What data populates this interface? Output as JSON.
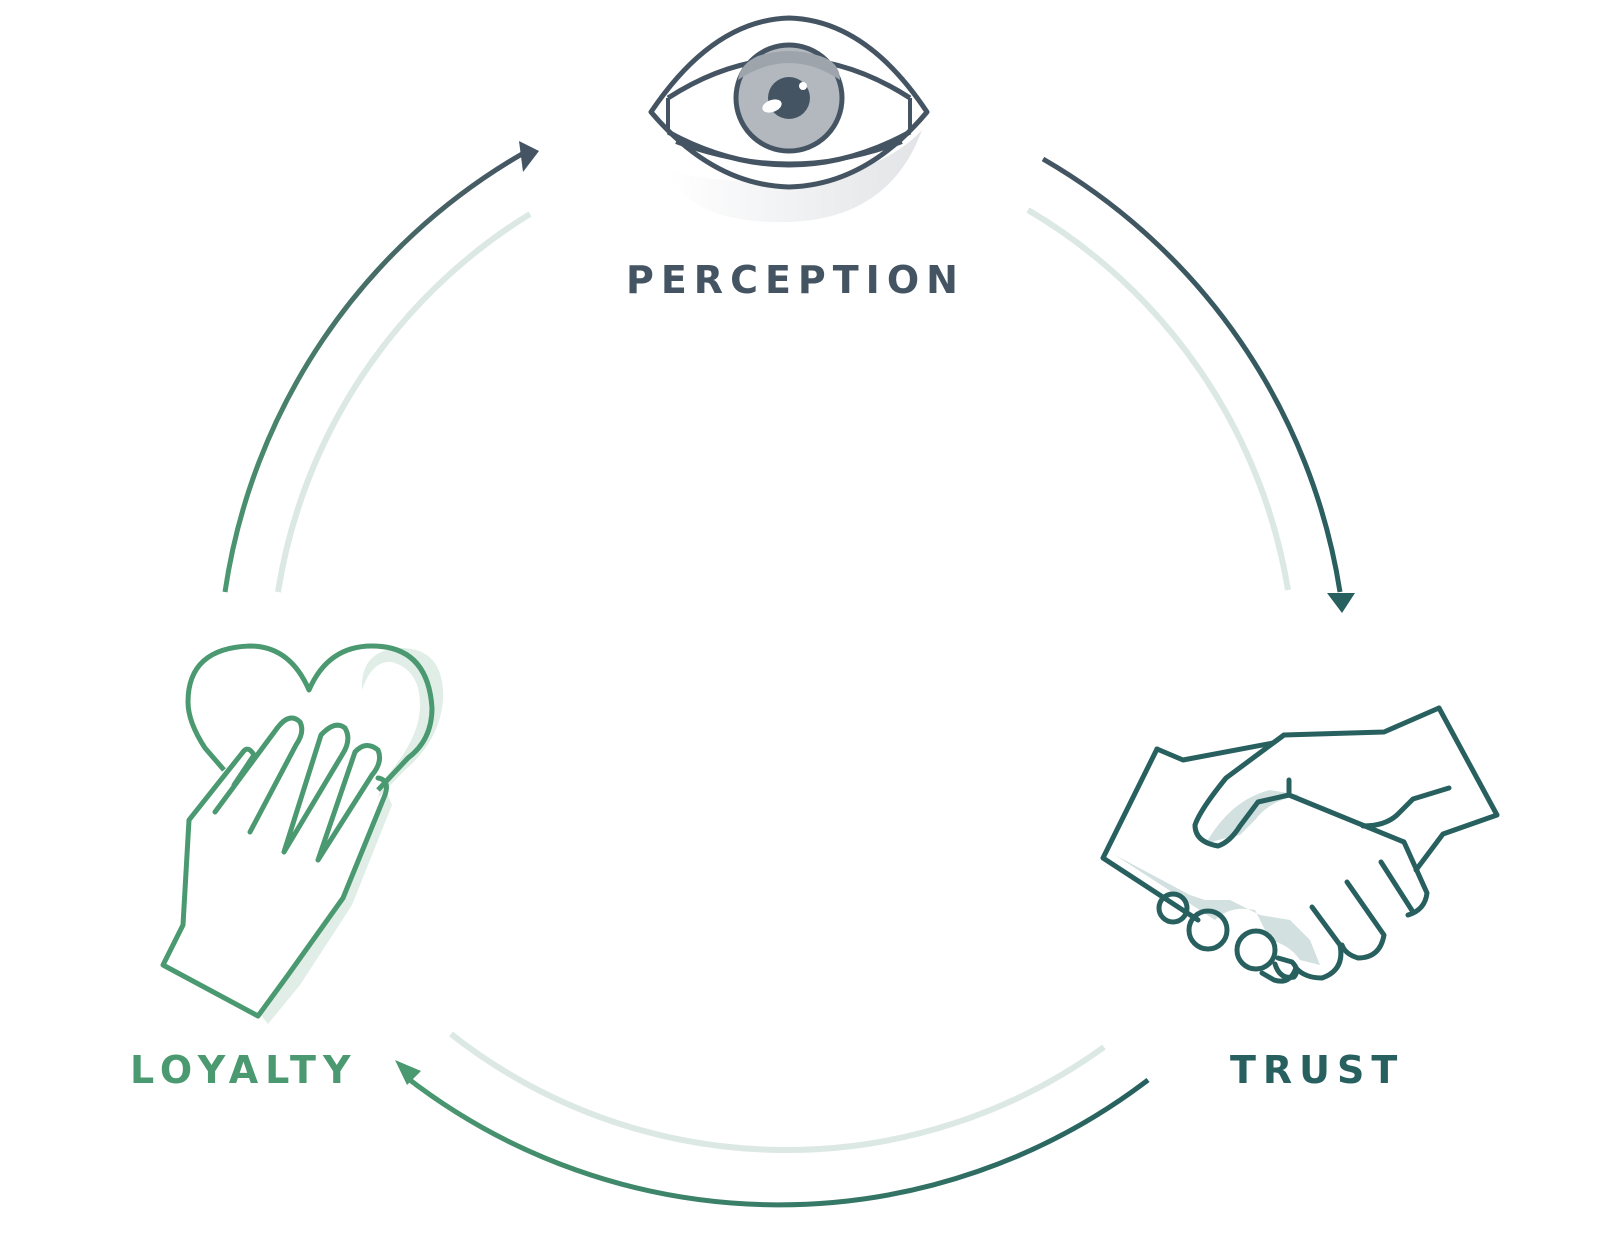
{
  "diagram": {
    "nodes": {
      "perception": {
        "label": "PERCEPTION",
        "icon": "eye-icon",
        "color": "#455462"
      },
      "trust": {
        "label": "TRUST",
        "icon": "handshake-icon",
        "color": "#27605f"
      },
      "loyalty": {
        "label": "LOYALTY",
        "icon": "heart-hand-icon",
        "color": "#4a9970"
      }
    },
    "edges": [
      {
        "from": "perception",
        "to": "trust"
      },
      {
        "from": "trust",
        "to": "loyalty"
      },
      {
        "from": "loyalty",
        "to": "perception"
      }
    ],
    "colors": {
      "slate": "#455462",
      "teal": "#27605f",
      "green": "#4a9970",
      "inner_ring": "#dbe8e4",
      "eye_iris": "#b3b8be",
      "shadow_gray": "#e6e8ea",
      "shadow_teal": "#d2e0df",
      "shadow_green": "#e0eee7"
    }
  }
}
